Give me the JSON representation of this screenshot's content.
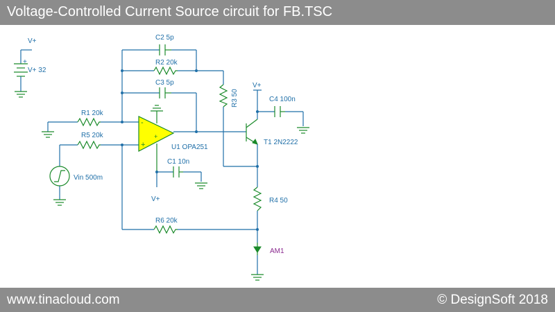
{
  "header": {
    "title": "Voltage-Controlled Current Source circuit for FB.TSC"
  },
  "footer": {
    "website": "www.tinacloud.com",
    "copyright": "© DesignSoft 2018"
  },
  "colors": {
    "bar": "#8c8c8c",
    "wire": "#1f6fa8",
    "component": "#1a8a2a",
    "opamp_fill": "#ffff00",
    "ammeter_label": "#8a2a8f"
  },
  "components": {
    "vplus_supply_top": "V+",
    "battery": "V+ 32",
    "c2": "C2 5p",
    "r2": "R2 20k",
    "c3": "C3 5p",
    "r3": "R3 50",
    "r1": "R1 20k",
    "r5": "R5 20k",
    "opamp": "U1 OPA251",
    "opamp_minus": "-",
    "opamp_plus": "+",
    "vplus_transistor": "V+",
    "c4": "C4 100n",
    "transistor": "T1 2N2222",
    "c1": "C1 10n",
    "vplus_opamp": "V+",
    "vin": "Vin 500m",
    "r4": "R4 50",
    "r6": "R6 20k",
    "ammeter": "AM1"
  }
}
